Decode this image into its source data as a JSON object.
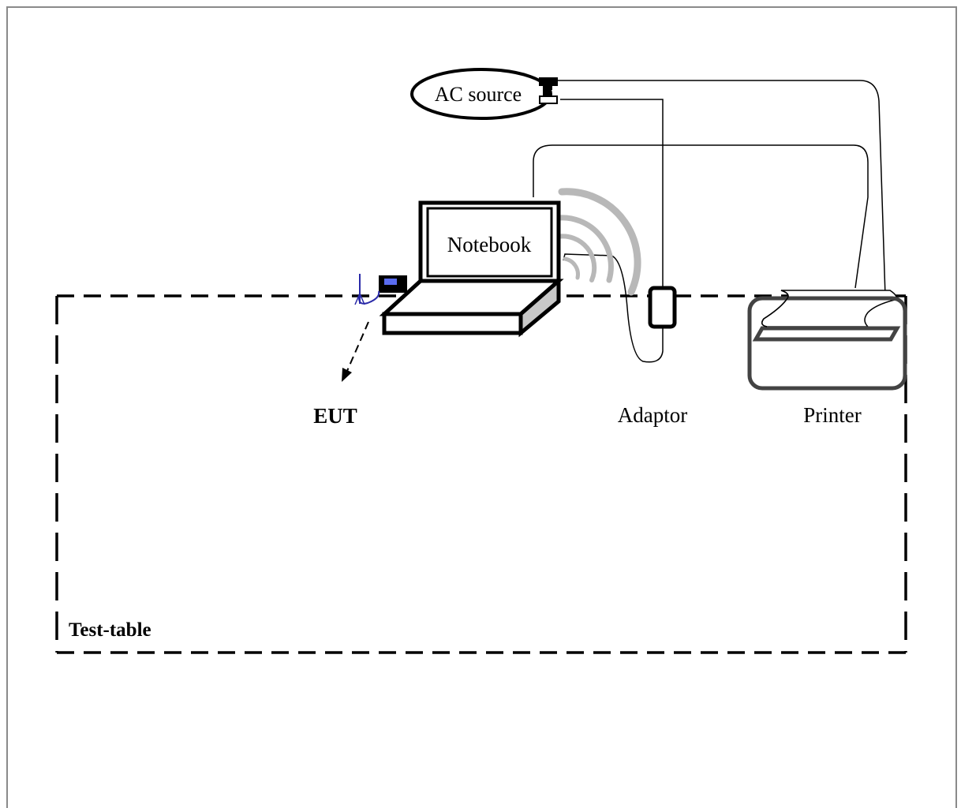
{
  "labels": {
    "ac_source": "AC source",
    "notebook": "Notebook",
    "eut": "EUT",
    "adaptor": "Adaptor",
    "printer": "Printer",
    "test_table": "Test-table"
  },
  "colors": {
    "line": "#000000",
    "wireless_wave": "#b8b8b8",
    "laptop_side": "#c8c8c8",
    "eut_accent": "#2a2aa8",
    "frame_border": "#8a8a8a"
  }
}
